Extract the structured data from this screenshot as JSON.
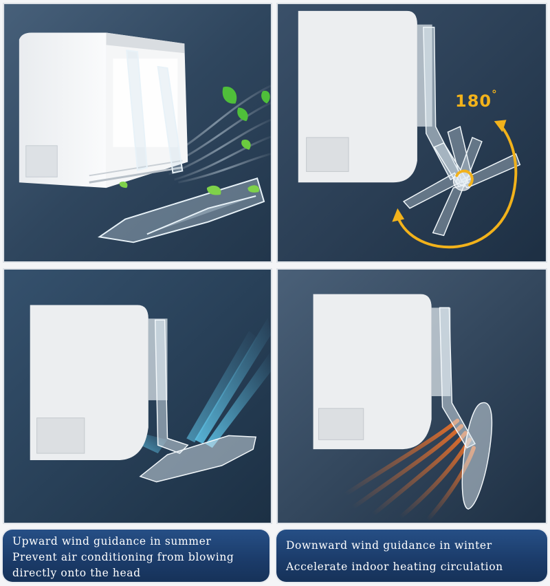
{
  "panels": [
    {
      "name": "leaf-airflow-view"
    },
    {
      "name": "rotation-view",
      "rotation_label": "180",
      "rotation_unit": "°"
    },
    {
      "name": "summer-upward-view"
    },
    {
      "name": "winter-downward-view"
    }
  ],
  "captions": {
    "summer": {
      "title": "Upward wind guidance in summer",
      "line2": "Prevent air conditioning from blowing",
      "line3": "directly onto the head"
    },
    "winter": {
      "title": "Downward wind guidance in winter",
      "line2": "Accelerate indoor heating circulation"
    }
  },
  "colors": {
    "caption_bg": "#1f447a",
    "rotation_arrow": "#f2b21b",
    "cool_air": "#5ec2e6",
    "warm_air": "#e8702a",
    "leaf": "#4fbf3a"
  }
}
